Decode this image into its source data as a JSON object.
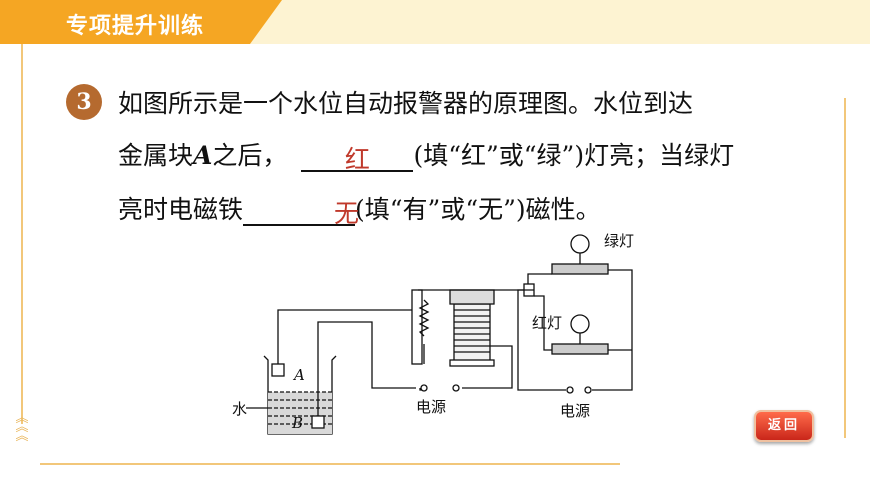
{
  "header": {
    "title": "专项提升训练"
  },
  "question": {
    "number": "3",
    "line1": "如图所示是一个水位自动报警器的原理图。水位到达",
    "line2_prefix": "金属块",
    "line2_var": "A",
    "line2_mid": "之后，",
    "answer1": "红",
    "line2_suffix": "(填“红”或“绿”)灯亮；当绿灯",
    "line3_prefix": "亮时电磁铁",
    "answer2": "无",
    "line3_suffix": "(填“有”或“无”)磁性。"
  },
  "diagram": {
    "green_lamp_label": "绿灯",
    "red_lamp_label": "红灯",
    "power_label_1": "电源",
    "power_label_2": "电源",
    "water_label": "水",
    "block_a": "A",
    "block_b": "B"
  },
  "nav": {
    "back_label": "返回"
  }
}
